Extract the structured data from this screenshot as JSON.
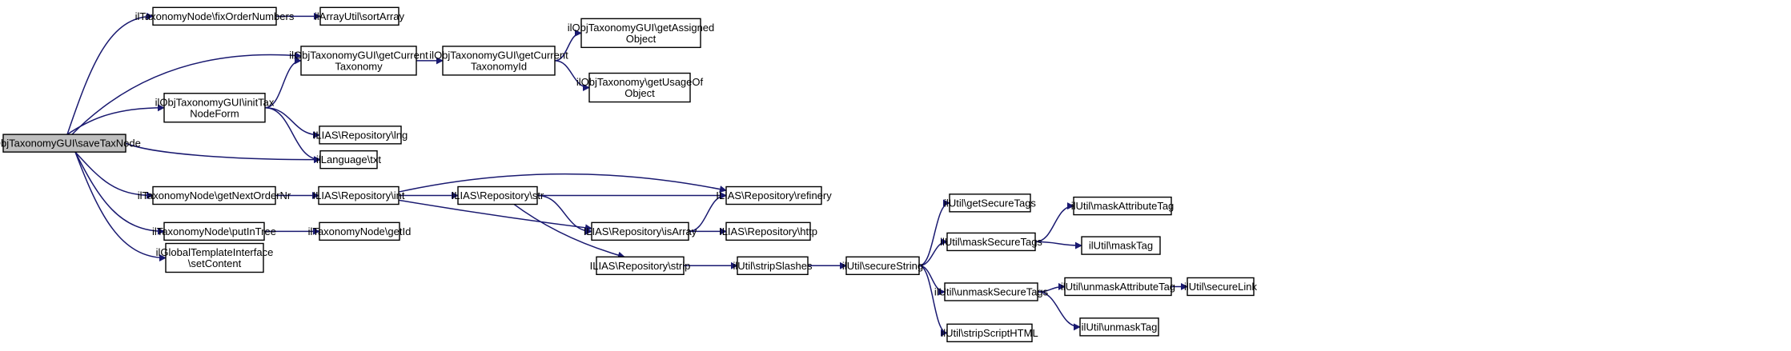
{
  "diagram": {
    "colors": {
      "edge": "#191970",
      "root_fill": "#bfbfbf",
      "node_fill": "#ffffff",
      "node_border": "#000000"
    },
    "nodes": [
      {
        "id": "saveTaxNode",
        "lines": [
          "ilObjTaxonomyGUI\\saveTaxNode"
        ],
        "root": true
      },
      {
        "id": "fixOrderNumbers",
        "lines": [
          "ilTaxonomyNode\\fixOrderNumbers"
        ]
      },
      {
        "id": "sortArray",
        "lines": [
          "ilArrayUtil\\sortArray"
        ]
      },
      {
        "id": "getCurrentTaxonomy",
        "lines": [
          "ilObjTaxonomyGUI\\getCurrent",
          "Taxonomy"
        ]
      },
      {
        "id": "getCurrentTaxonomyId",
        "lines": [
          "ilObjTaxonomyGUI\\getCurrent",
          "TaxonomyId"
        ]
      },
      {
        "id": "getAssignedObject",
        "lines": [
          "ilObjTaxonomyGUI\\getAssigned",
          "Object"
        ]
      },
      {
        "id": "getUsageOfObject",
        "lines": [
          "ilObjTaxonomy\\getUsageOf",
          "Object"
        ]
      },
      {
        "id": "initTaxNodeForm",
        "lines": [
          "ilObjTaxonomyGUI\\initTax",
          "NodeForm"
        ]
      },
      {
        "id": "lng",
        "lines": [
          "ILIAS\\Repository\\lng"
        ]
      },
      {
        "id": "txt",
        "lines": [
          "ilLanguage\\txt"
        ]
      },
      {
        "id": "getNextOrderNr",
        "lines": [
          "ilTaxonomyNode\\getNextOrderNr"
        ]
      },
      {
        "id": "int",
        "lines": [
          "ILIAS\\Repository\\int"
        ]
      },
      {
        "id": "str",
        "lines": [
          "ILIAS\\Repository\\str"
        ]
      },
      {
        "id": "refinery",
        "lines": [
          "ILIAS\\Repository\\refinery"
        ]
      },
      {
        "id": "isArray",
        "lines": [
          "ILIAS\\Repository\\isArray"
        ]
      },
      {
        "id": "http",
        "lines": [
          "ILIAS\\Repository\\http"
        ]
      },
      {
        "id": "strip",
        "lines": [
          "ILIAS\\Repository\\strip"
        ]
      },
      {
        "id": "putInTree",
        "lines": [
          "ilTaxonomyNode\\putInTree"
        ]
      },
      {
        "id": "getId",
        "lines": [
          "ilTaxonomyNode\\getId"
        ]
      },
      {
        "id": "setContent",
        "lines": [
          "ilGlobalTemplateInterface",
          "\\setContent"
        ]
      },
      {
        "id": "stripSlashes",
        "lines": [
          "ilUtil\\stripSlashes"
        ]
      },
      {
        "id": "secureString",
        "lines": [
          "ilUtil\\secureString"
        ]
      },
      {
        "id": "getSecureTags",
        "lines": [
          "ilUtil\\getSecureTags"
        ]
      },
      {
        "id": "maskSecureTags",
        "lines": [
          "ilUtil\\maskSecureTags"
        ]
      },
      {
        "id": "unmaskSecureTags",
        "lines": [
          "ilUtil\\unmaskSecureTags"
        ]
      },
      {
        "id": "stripScriptHTML",
        "lines": [
          "ilUtil\\stripScriptHTML"
        ]
      },
      {
        "id": "maskAttributeTag",
        "lines": [
          "ilUtil\\maskAttributeTag"
        ]
      },
      {
        "id": "maskTag",
        "lines": [
          "ilUtil\\maskTag"
        ]
      },
      {
        "id": "unmaskAttributeTag",
        "lines": [
          "ilUtil\\unmaskAttributeTag"
        ]
      },
      {
        "id": "unmaskTag",
        "lines": [
          "ilUtil\\unmaskTag"
        ]
      },
      {
        "id": "secureLink",
        "lines": [
          "ilUtil\\secureLink"
        ]
      }
    ],
    "edges": [
      [
        "saveTaxNode",
        "fixOrderNumbers"
      ],
      [
        "saveTaxNode",
        "getCurrentTaxonomy"
      ],
      [
        "saveTaxNode",
        "initTaxNodeForm"
      ],
      [
        "saveTaxNode",
        "txt"
      ],
      [
        "saveTaxNode",
        "getNextOrderNr"
      ],
      [
        "saveTaxNode",
        "putInTree"
      ],
      [
        "saveTaxNode",
        "setContent"
      ],
      [
        "fixOrderNumbers",
        "sortArray"
      ],
      [
        "getCurrentTaxonomy",
        "getCurrentTaxonomyId"
      ],
      [
        "getCurrentTaxonomyId",
        "getAssignedObject"
      ],
      [
        "getCurrentTaxonomyId",
        "getUsageOfObject"
      ],
      [
        "initTaxNodeForm",
        "getCurrentTaxonomy"
      ],
      [
        "initTaxNodeForm",
        "lng"
      ],
      [
        "initTaxNodeForm",
        "txt"
      ],
      [
        "getNextOrderNr",
        "int"
      ],
      [
        "int",
        "refinery"
      ],
      [
        "int",
        "str"
      ],
      [
        "int",
        "isArray"
      ],
      [
        "str",
        "refinery"
      ],
      [
        "str",
        "isArray"
      ],
      [
        "str",
        "strip"
      ],
      [
        "isArray",
        "refinery"
      ],
      [
        "isArray",
        "http"
      ],
      [
        "strip",
        "stripSlashes"
      ],
      [
        "putInTree",
        "getId"
      ],
      [
        "stripSlashes",
        "secureString"
      ],
      [
        "secureString",
        "getSecureTags"
      ],
      [
        "secureString",
        "maskSecureTags"
      ],
      [
        "secureString",
        "unmaskSecureTags"
      ],
      [
        "secureString",
        "stripScriptHTML"
      ],
      [
        "maskSecureTags",
        "maskAttributeTag"
      ],
      [
        "maskSecureTags",
        "maskTag"
      ],
      [
        "unmaskSecureTags",
        "unmaskAttributeTag"
      ],
      [
        "unmaskSecureTags",
        "unmaskTag"
      ],
      [
        "unmaskAttributeTag",
        "secureLink"
      ]
    ]
  }
}
